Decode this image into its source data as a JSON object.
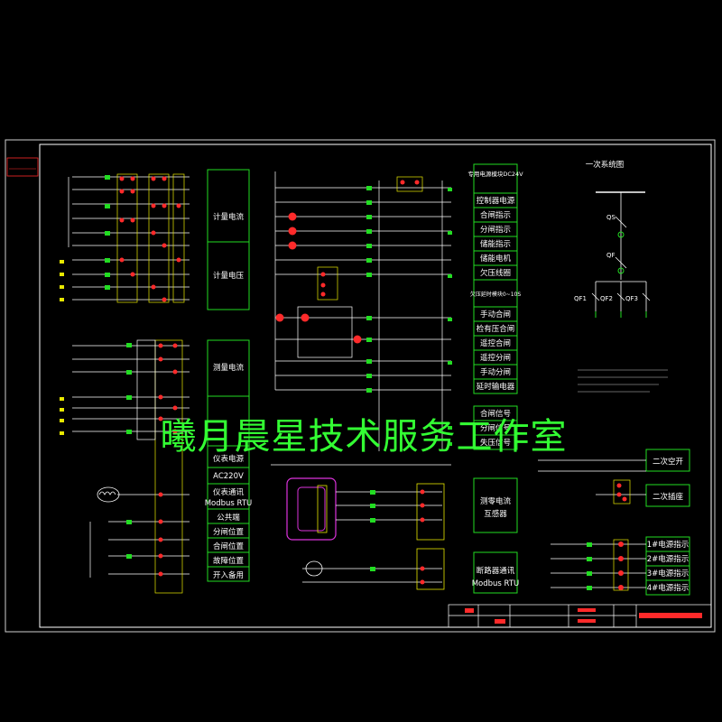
{
  "watermark": "曦月晨星技术服务工作室",
  "labels": {
    "metering_current": "计量电流",
    "metering_voltage": "计量电压",
    "measuring_current": "测量电流",
    "instrument_power": "仪表电源",
    "instrument_power_ac": "AC220V",
    "instrument_comm": "仪表通讯",
    "instrument_comm_protocol": "Modbus RTU",
    "common_terminal": "公共端",
    "open_position": "分闸位置",
    "close_position": "合闸位置",
    "fault_position": "故障位置",
    "spare_input": "开入备用",
    "zero_sequence_ct_line1": "测零电流",
    "zero_sequence_ct_line2": "互感器",
    "breaker_comm_line1": "断路器通讯",
    "breaker_comm_line2": "Modbus RTU",
    "secondary_open": "二次空开",
    "secondary_wiring": "二次插座",
    "primary_system_title": "一次系统图"
  },
  "right_column": [
    "专用电源模块DC24V",
    "控制器电源",
    "合闸指示",
    "分闸指示",
    "储能指示",
    "储能电机",
    "欠压线圈",
    "欠压延时模块0~10S",
    "手动合闸",
    "检有压合闸",
    "遥控合闸",
    "遥控分闸",
    "手动分闸",
    "延时输电器",
    "合闸信号",
    "分闸信号",
    "失压信号"
  ],
  "bottom_right": [
    "1#电源指示",
    "2#电源指示",
    "3#电源指示",
    "4#电源指示"
  ],
  "primary_system": {
    "qs": "QS",
    "qf": "QF",
    "qf1": "QF1",
    "qf2": "QF2",
    "qf3": "QF3"
  },
  "colors": {
    "linework": "#ffffff",
    "accent_green": "#22dd22",
    "accent_red": "#ff2a2a",
    "terminal_yellow": "#e8e800",
    "ct_magenta": "#dd33dd",
    "watermark": "#33ff33"
  }
}
